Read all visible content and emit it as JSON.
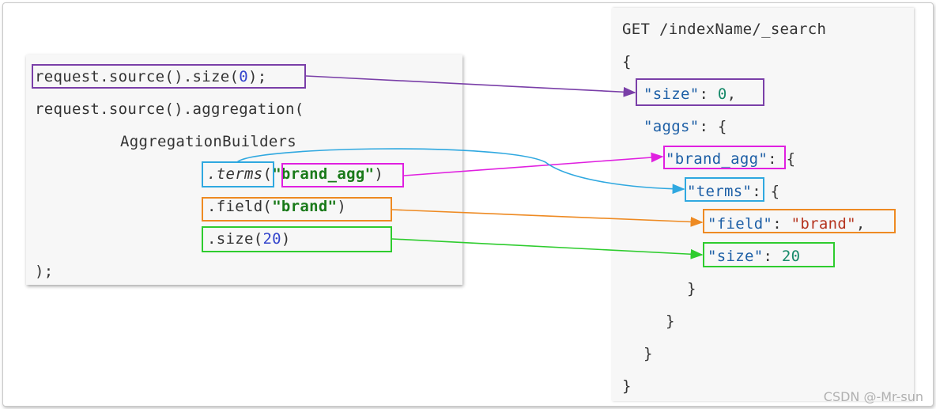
{
  "java": {
    "line1_a": "request.source().size(",
    "line1_num": "0",
    "line1_b": ");",
    "line2": "request.source().aggregation(",
    "line3": "AggregationBuilders",
    "line4_terms": ".terms",
    "line4_open": "(",
    "line4_str": "\"brand_agg\"",
    "line4_close": ")",
    "line5_a": ".field(",
    "line5_str": "\"brand\"",
    "line5_b": ")",
    "line6_a": ".size(",
    "line6_num": "20",
    "line6_b": ")",
    "line7": ");"
  },
  "json": {
    "request_line": "GET /indexName/_search",
    "open_brace": "{",
    "size_key": "\"size\"",
    "size_colon": ": ",
    "size_val": "0",
    "size_comma": ",",
    "aggs_key": "\"aggs\"",
    "aggs_rest": ": {",
    "agg_name_key": "\"brand_agg\"",
    "agg_name_rest": ": {",
    "terms_key": "\"terms\"",
    "terms_rest": ": {",
    "field_key": "\"field\"",
    "field_colon": ": ",
    "field_val": "\"brand\"",
    "field_comma": ",",
    "inner_size_key": "\"size\"",
    "inner_size_colon": ": ",
    "inner_size_val": "20",
    "close1": "}",
    "close2": "}",
    "close3": "}",
    "close4": "}"
  },
  "colors": {
    "purple": "#7a3fa8",
    "magenta": "#e020e0",
    "cyan": "#2fa8e0",
    "orange": "#ee8a22",
    "green": "#2ecc2e"
  },
  "watermark": "CSDN @-Mr-sun"
}
